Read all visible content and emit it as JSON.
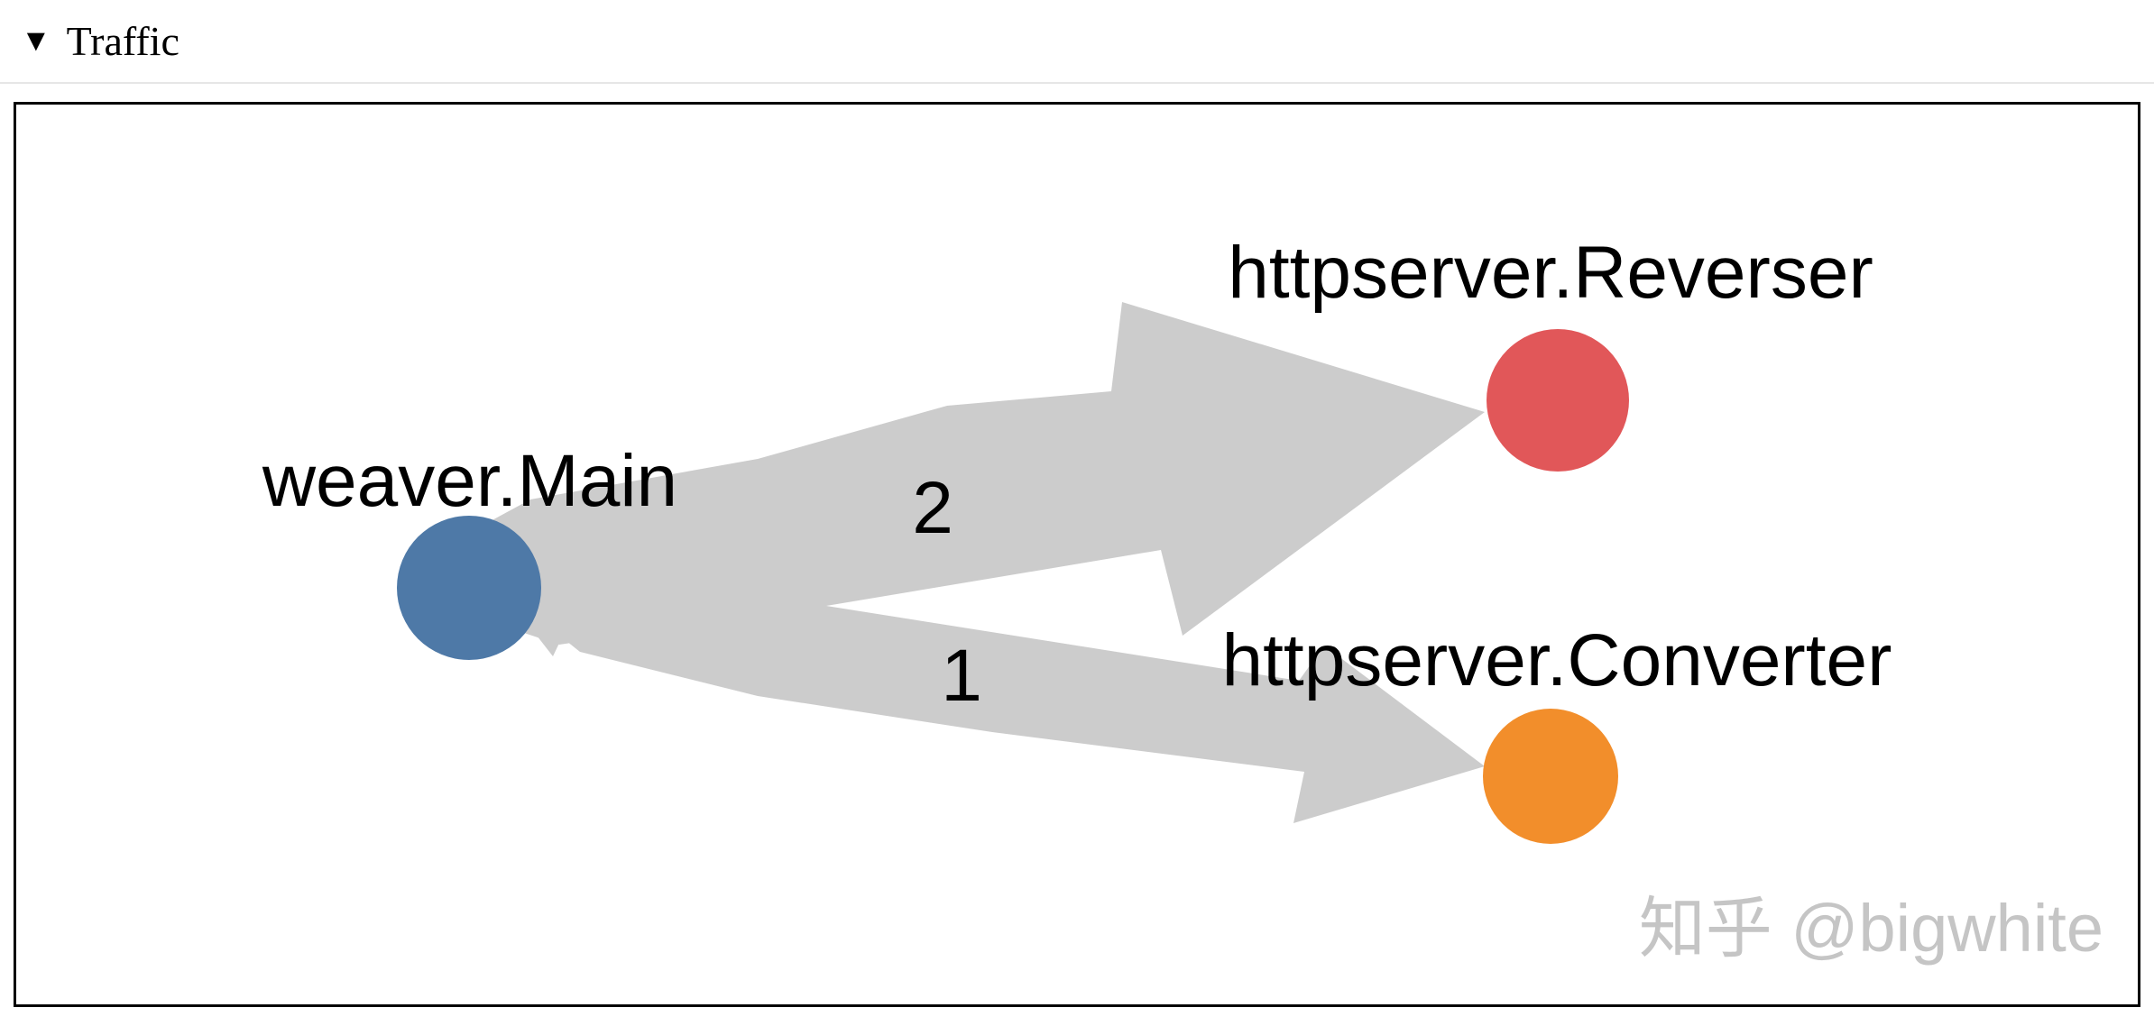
{
  "header": {
    "collapse_marker": "▼",
    "title": "Traffic"
  },
  "graph": {
    "edge_color": "#cccccc",
    "nodes": [
      {
        "label": "weaver.Main",
        "color": "#4e79a7"
      },
      {
        "label": "httpserver.Reverser",
        "color": "#e15759"
      },
      {
        "label": "httpserver.Converter",
        "color": "#f28e2b"
      }
    ],
    "edges": [
      {
        "from": "weaver.Main",
        "to": "httpserver.Reverser",
        "traffic": "2"
      },
      {
        "from": "weaver.Main",
        "to": "httpserver.Converter",
        "traffic": "1"
      }
    ]
  },
  "watermark": {
    "text": "知乎 @bigwhite",
    "color": "#c5c5c5"
  }
}
